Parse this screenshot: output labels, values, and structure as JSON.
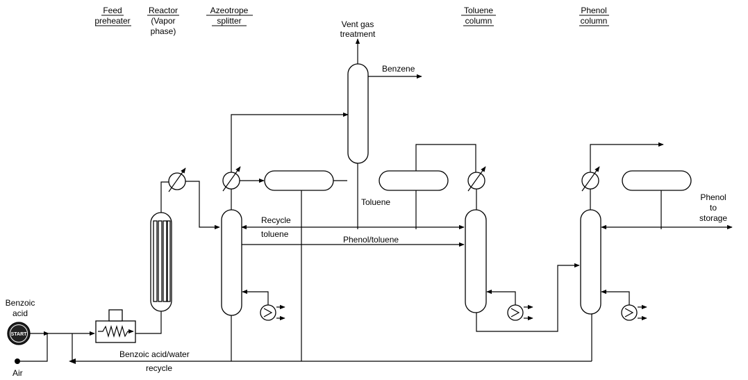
{
  "headers": {
    "feed_preheater": [
      "Feed",
      "preheater"
    ],
    "reactor": [
      "Reactor",
      "(Vapor",
      "phase)"
    ],
    "azeotrope_splitter": [
      "Azeotrope",
      "splitter"
    ],
    "toluene_column": [
      "Toluene",
      "column"
    ],
    "phenol_column": [
      "Phenol",
      "column"
    ]
  },
  "labels": {
    "vent_gas": [
      "Vent gas",
      "treatment"
    ],
    "benzene": "Benzene",
    "toluene": "Toluene",
    "recycle": "Recycle",
    "recycle_toluene": "toluene",
    "phenol_toluene": "Phenol/toluene",
    "phenol_storage": [
      "Phenol",
      "to",
      "storage"
    ],
    "benzoic_acid": [
      "Benzoic",
      "acid"
    ],
    "start": "START",
    "air": "Air",
    "benzoic_water": "Benzoic acid/water",
    "recycle_bottom": "recycle"
  }
}
